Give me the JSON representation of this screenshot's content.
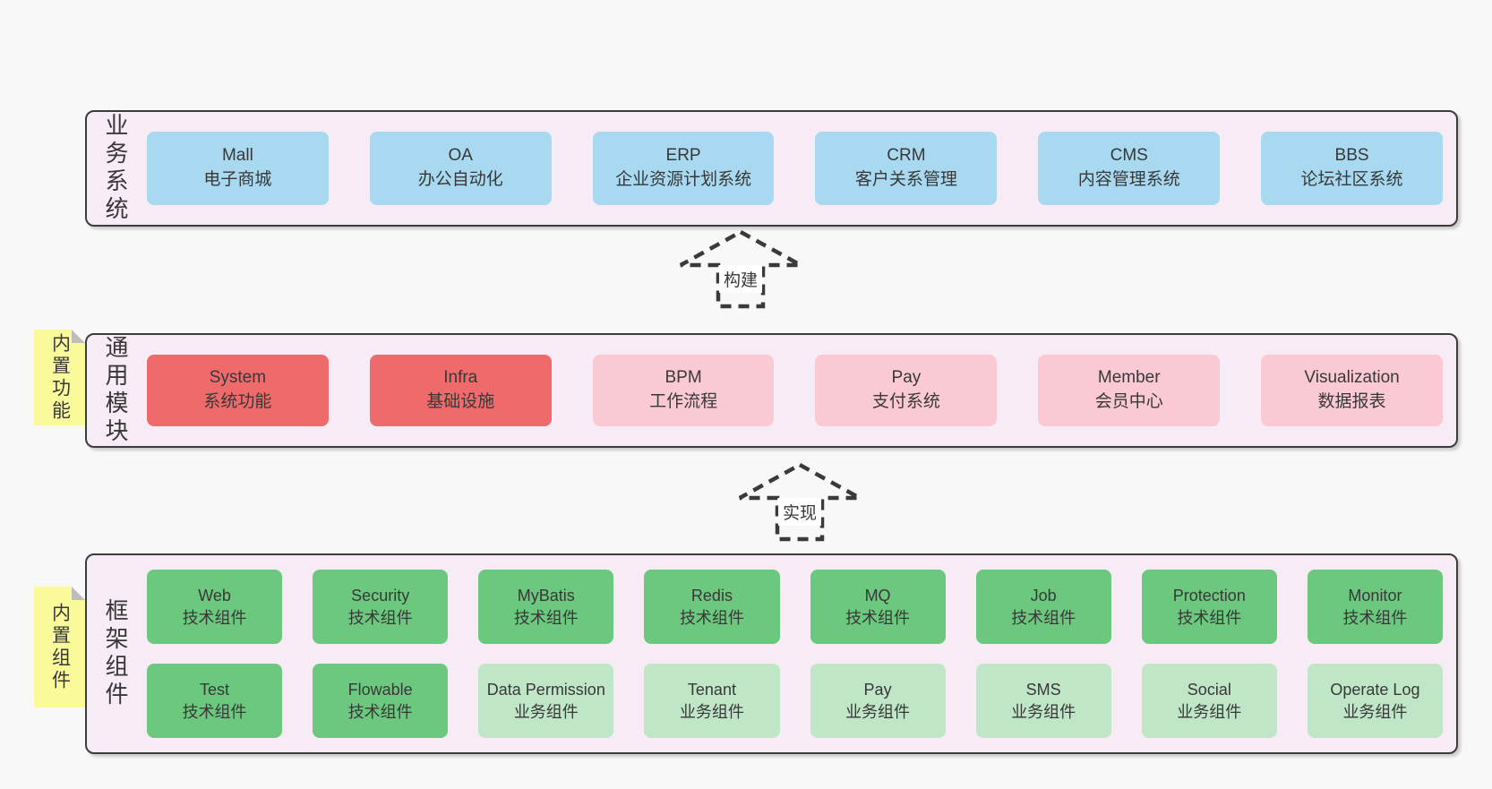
{
  "colors": {
    "page-bg": "#f8f8f8",
    "panel-bg": "#f7ecf5",
    "border": "#3c3c3c",
    "text": "#383838",
    "blue": "#a8d9f1",
    "red": "#ef6b6b",
    "pink": "#fbc9d3",
    "green": "#6cc87e",
    "lightgreen": "#bfe6c6",
    "yellow": "#fafa9b",
    "fold": "#bdbdbd",
    "arrow": "#3a3a3a"
  },
  "layer1": {
    "label": "业务系统",
    "boxes": [
      {
        "name": "Mall",
        "sub": "电子商城"
      },
      {
        "name": "OA",
        "sub": "办公自动化"
      },
      {
        "name": "ERP",
        "sub": "企业资源计划系统"
      },
      {
        "name": "CRM",
        "sub": "客户关系管理"
      },
      {
        "name": "CMS",
        "sub": "内容管理系统"
      },
      {
        "name": "BBS",
        "sub": "论坛社区系统"
      }
    ]
  },
  "arrow1": {
    "label": "构建"
  },
  "layer2": {
    "label": "通用模块",
    "note": "内置功能",
    "boxes": [
      {
        "name": "System",
        "sub": "系统功能"
      },
      {
        "name": "Infra",
        "sub": "基础设施"
      },
      {
        "name": "BPM",
        "sub": "工作流程"
      },
      {
        "name": "Pay",
        "sub": "支付系统"
      },
      {
        "name": "Member",
        "sub": "会员中心"
      },
      {
        "name": "Visualization",
        "sub": "数据报表"
      }
    ]
  },
  "arrow2": {
    "label": "实现"
  },
  "layer3": {
    "label": "框架组件",
    "note": "内置组件",
    "row1": [
      {
        "name": "Web",
        "sub": "技术组件"
      },
      {
        "name": "Security",
        "sub": "技术组件"
      },
      {
        "name": "MyBatis",
        "sub": "技术组件"
      },
      {
        "name": "Redis",
        "sub": "技术组件"
      },
      {
        "name": "MQ",
        "sub": "技术组件"
      },
      {
        "name": "Job",
        "sub": "技术组件"
      },
      {
        "name": "Protection",
        "sub": "技术组件"
      },
      {
        "name": "Monitor",
        "sub": "技术组件"
      }
    ],
    "row2": [
      {
        "name": "Test",
        "sub": "技术组件"
      },
      {
        "name": "Flowable",
        "sub": "技术组件"
      },
      {
        "name": "Data Permission",
        "sub": "业务组件"
      },
      {
        "name": "Tenant",
        "sub": "业务组件"
      },
      {
        "name": "Pay",
        "sub": "业务组件"
      },
      {
        "name": "SMS",
        "sub": "业务组件"
      },
      {
        "name": "Social",
        "sub": "业务组件"
      },
      {
        "name": "Operate Log",
        "sub": "业务组件"
      }
    ]
  }
}
